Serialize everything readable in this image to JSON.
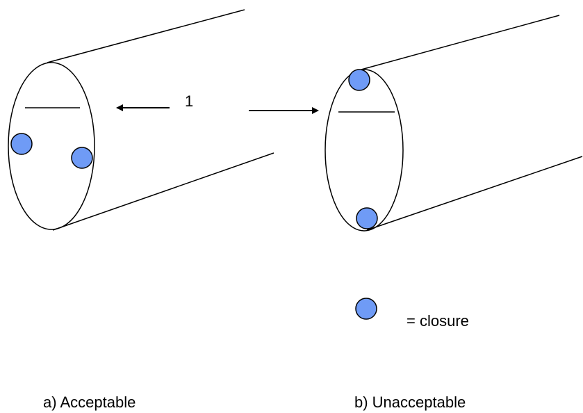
{
  "diagram": {
    "arrow_label": "1",
    "legend": {
      "label": "= closure",
      "icon": "closure-dot-icon",
      "closure_color": "#6f9bf6"
    },
    "panel_a": {
      "caption": "a) Acceptable",
      "closure_count": 2
    },
    "panel_b": {
      "caption": "b) Unacceptable",
      "closure_count": 2
    }
  }
}
